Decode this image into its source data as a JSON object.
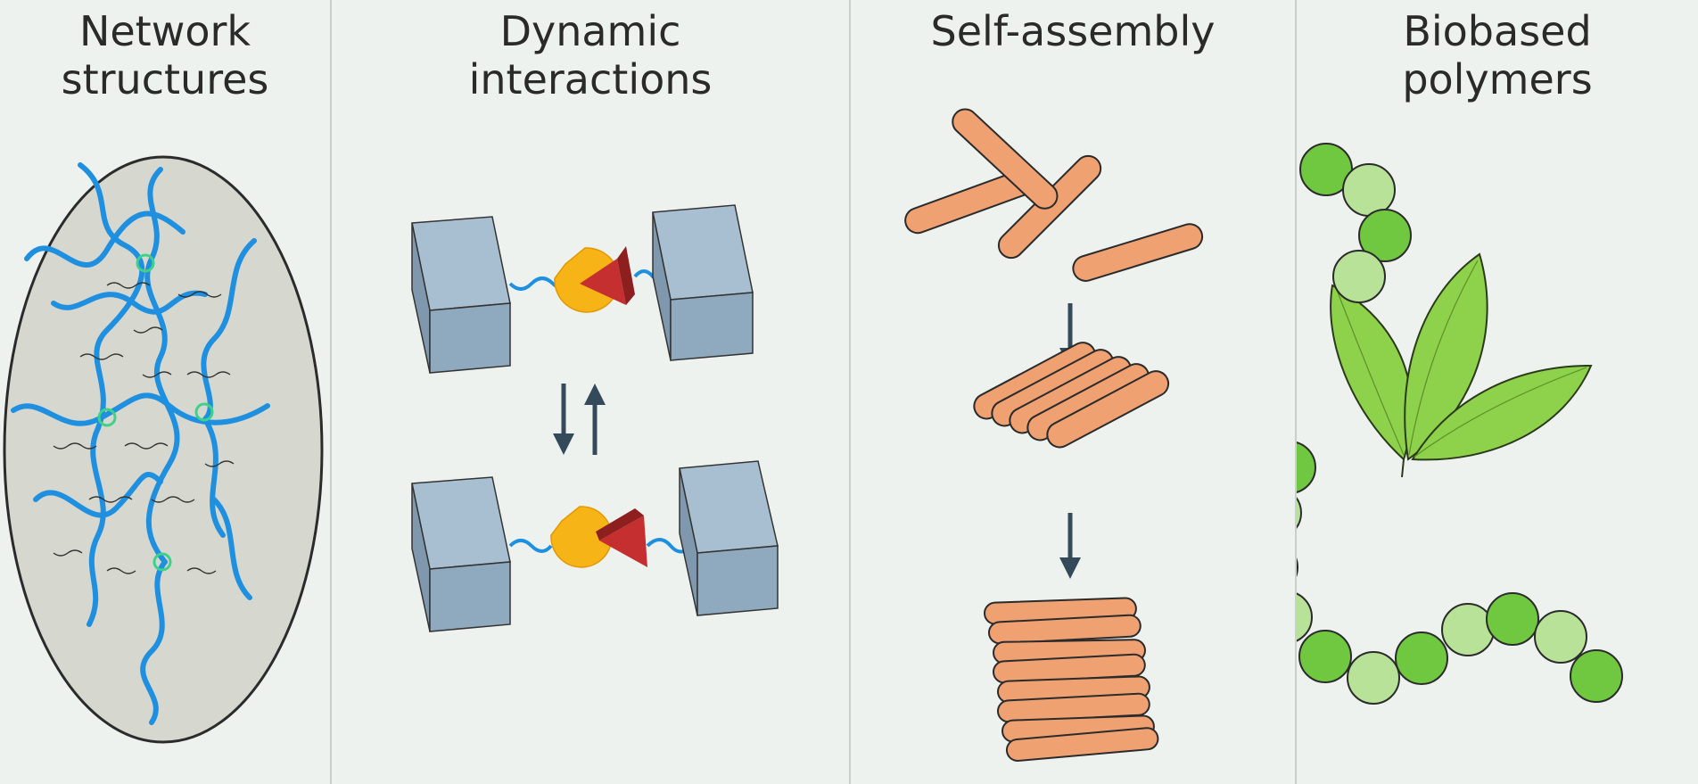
{
  "panels": [
    {
      "id": "network",
      "title_lines": [
        "Network",
        "structures"
      ]
    },
    {
      "id": "dynamic",
      "title_lines": [
        "Dynamic",
        "interactions"
      ]
    },
    {
      "id": "selfassembly",
      "title_lines": [
        "Self-assembly"
      ]
    },
    {
      "id": "biobased",
      "title_lines": [
        "Biobased",
        "polymers"
      ]
    }
  ],
  "colors": {
    "background": "#eef2ef",
    "blue_chain": "#1f8fe0",
    "crosslink": "#3dd28a",
    "ellipse_fill": "#d6d8cf",
    "block": "#8fa9be",
    "host": "#f6b417",
    "guest": "#c62f2f",
    "rod": "#f0a172",
    "arrow": "#34495a",
    "bead_dark": "#6fc83f",
    "bead_light": "#b8e297",
    "leaf": "#8dd24a"
  },
  "icons": {
    "network": "ellipse-polymer-network-icon",
    "dynamic": "host-guest-blocks-icon",
    "selfassembly": "rod-bundle-icon",
    "biobased": "leaves-and-beads-icon"
  }
}
